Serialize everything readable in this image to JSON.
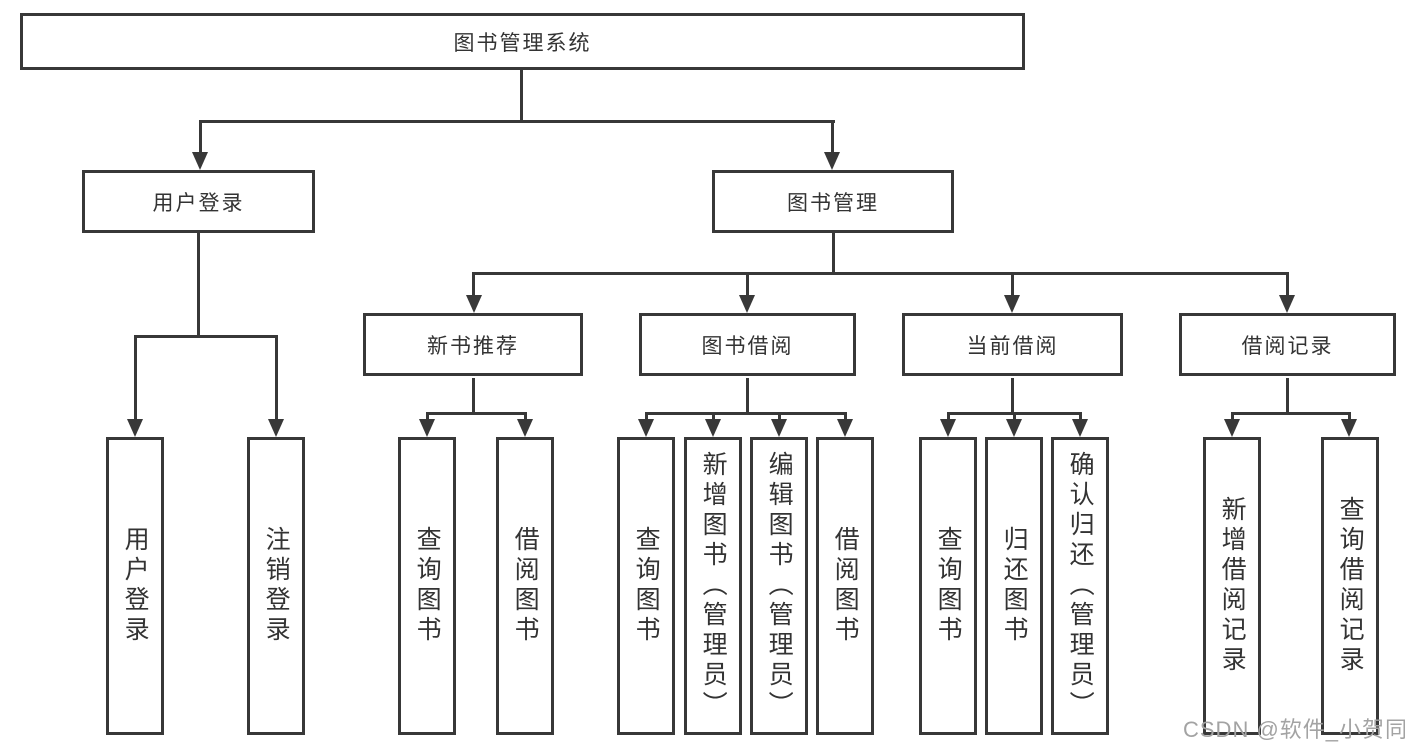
{
  "diagram_title": "图书管理系统",
  "colors": {
    "line": "#383838",
    "box_border": "#383838",
    "text": "#333333",
    "background": "#ffffff",
    "watermark": "#a3a3a3"
  },
  "root": {
    "label": "图书管理系统"
  },
  "level2": [
    {
      "label": "用户登录"
    },
    {
      "label": "图书管理"
    }
  ],
  "level3": [
    {
      "label": "新书推荐",
      "parent": "图书管理"
    },
    {
      "label": "图书借阅",
      "parent": "图书管理"
    },
    {
      "label": "当前借阅",
      "parent": "图书管理"
    },
    {
      "label": "借阅记录",
      "parent": "图书管理"
    }
  ],
  "leaves": [
    {
      "label": "用户登录",
      "parent": "用户登录"
    },
    {
      "label": "注销登录",
      "parent": "用户登录"
    },
    {
      "label": "查询图书",
      "parent": "新书推荐"
    },
    {
      "label": "借阅图书",
      "parent": "新书推荐"
    },
    {
      "label": "查询图书",
      "parent": "图书借阅"
    },
    {
      "label": "新增图书（管理员）",
      "parent": "图书借阅"
    },
    {
      "label": "编辑图书（管理员）",
      "parent": "图书借阅"
    },
    {
      "label": "借阅图书",
      "parent": "图书借阅"
    },
    {
      "label": "查询图书",
      "parent": "当前借阅"
    },
    {
      "label": "归还图书",
      "parent": "当前借阅"
    },
    {
      "label": "确认归还（管理员）",
      "parent": "当前借阅"
    },
    {
      "label": "新增借阅记录",
      "parent": "借阅记录"
    },
    {
      "label": "查询借阅记录",
      "parent": "借阅记录"
    }
  ],
  "watermark": {
    "text": "CSDN @软件_小贺同学"
  }
}
